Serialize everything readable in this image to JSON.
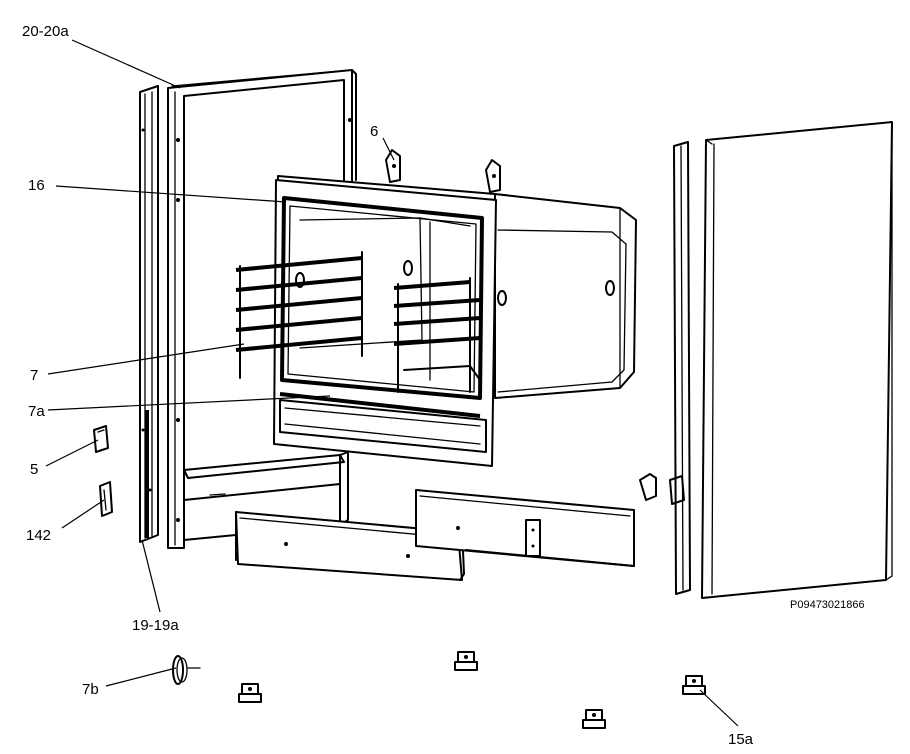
{
  "diagram": {
    "reference_code": "P09473021866",
    "callouts": {
      "frame_top": "20-20a",
      "bracket_6": "6",
      "oven_frame_16": "16",
      "rack_7": "7",
      "rail_7a": "7a",
      "clip_5": "5",
      "clip_142": "142",
      "side_19": "19-19a",
      "wheel_7b": "7b",
      "foot_15a": "15a"
    }
  }
}
